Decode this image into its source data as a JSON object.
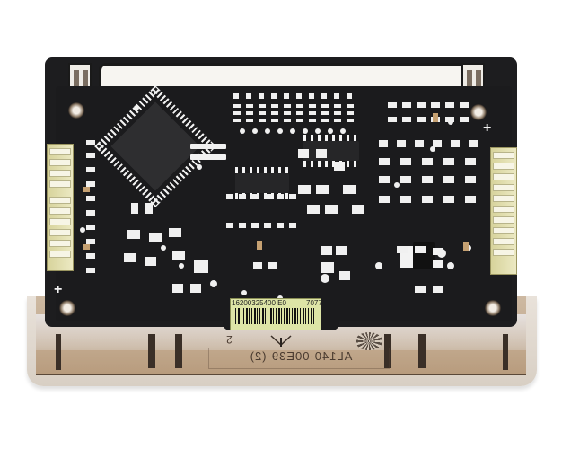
{
  "image": {
    "subject": "Electronic control module circuit board in plastic housing",
    "background_color": "#ffffff",
    "pcb_color": "#1b1b1d",
    "connector_color": "#dcd8a5",
    "housing_color": "#c8b298"
  },
  "barcode_label": {
    "part_number": "16200325400 E0",
    "code": "7077",
    "label_color": "#dde4a6"
  },
  "housing_markings": {
    "molded_text": "AL140-00E39-(2)",
    "cavity_number": "2"
  },
  "pcb_markings": {
    "polarity_top_right": "+",
    "polarity_bottom_left": "+"
  }
}
